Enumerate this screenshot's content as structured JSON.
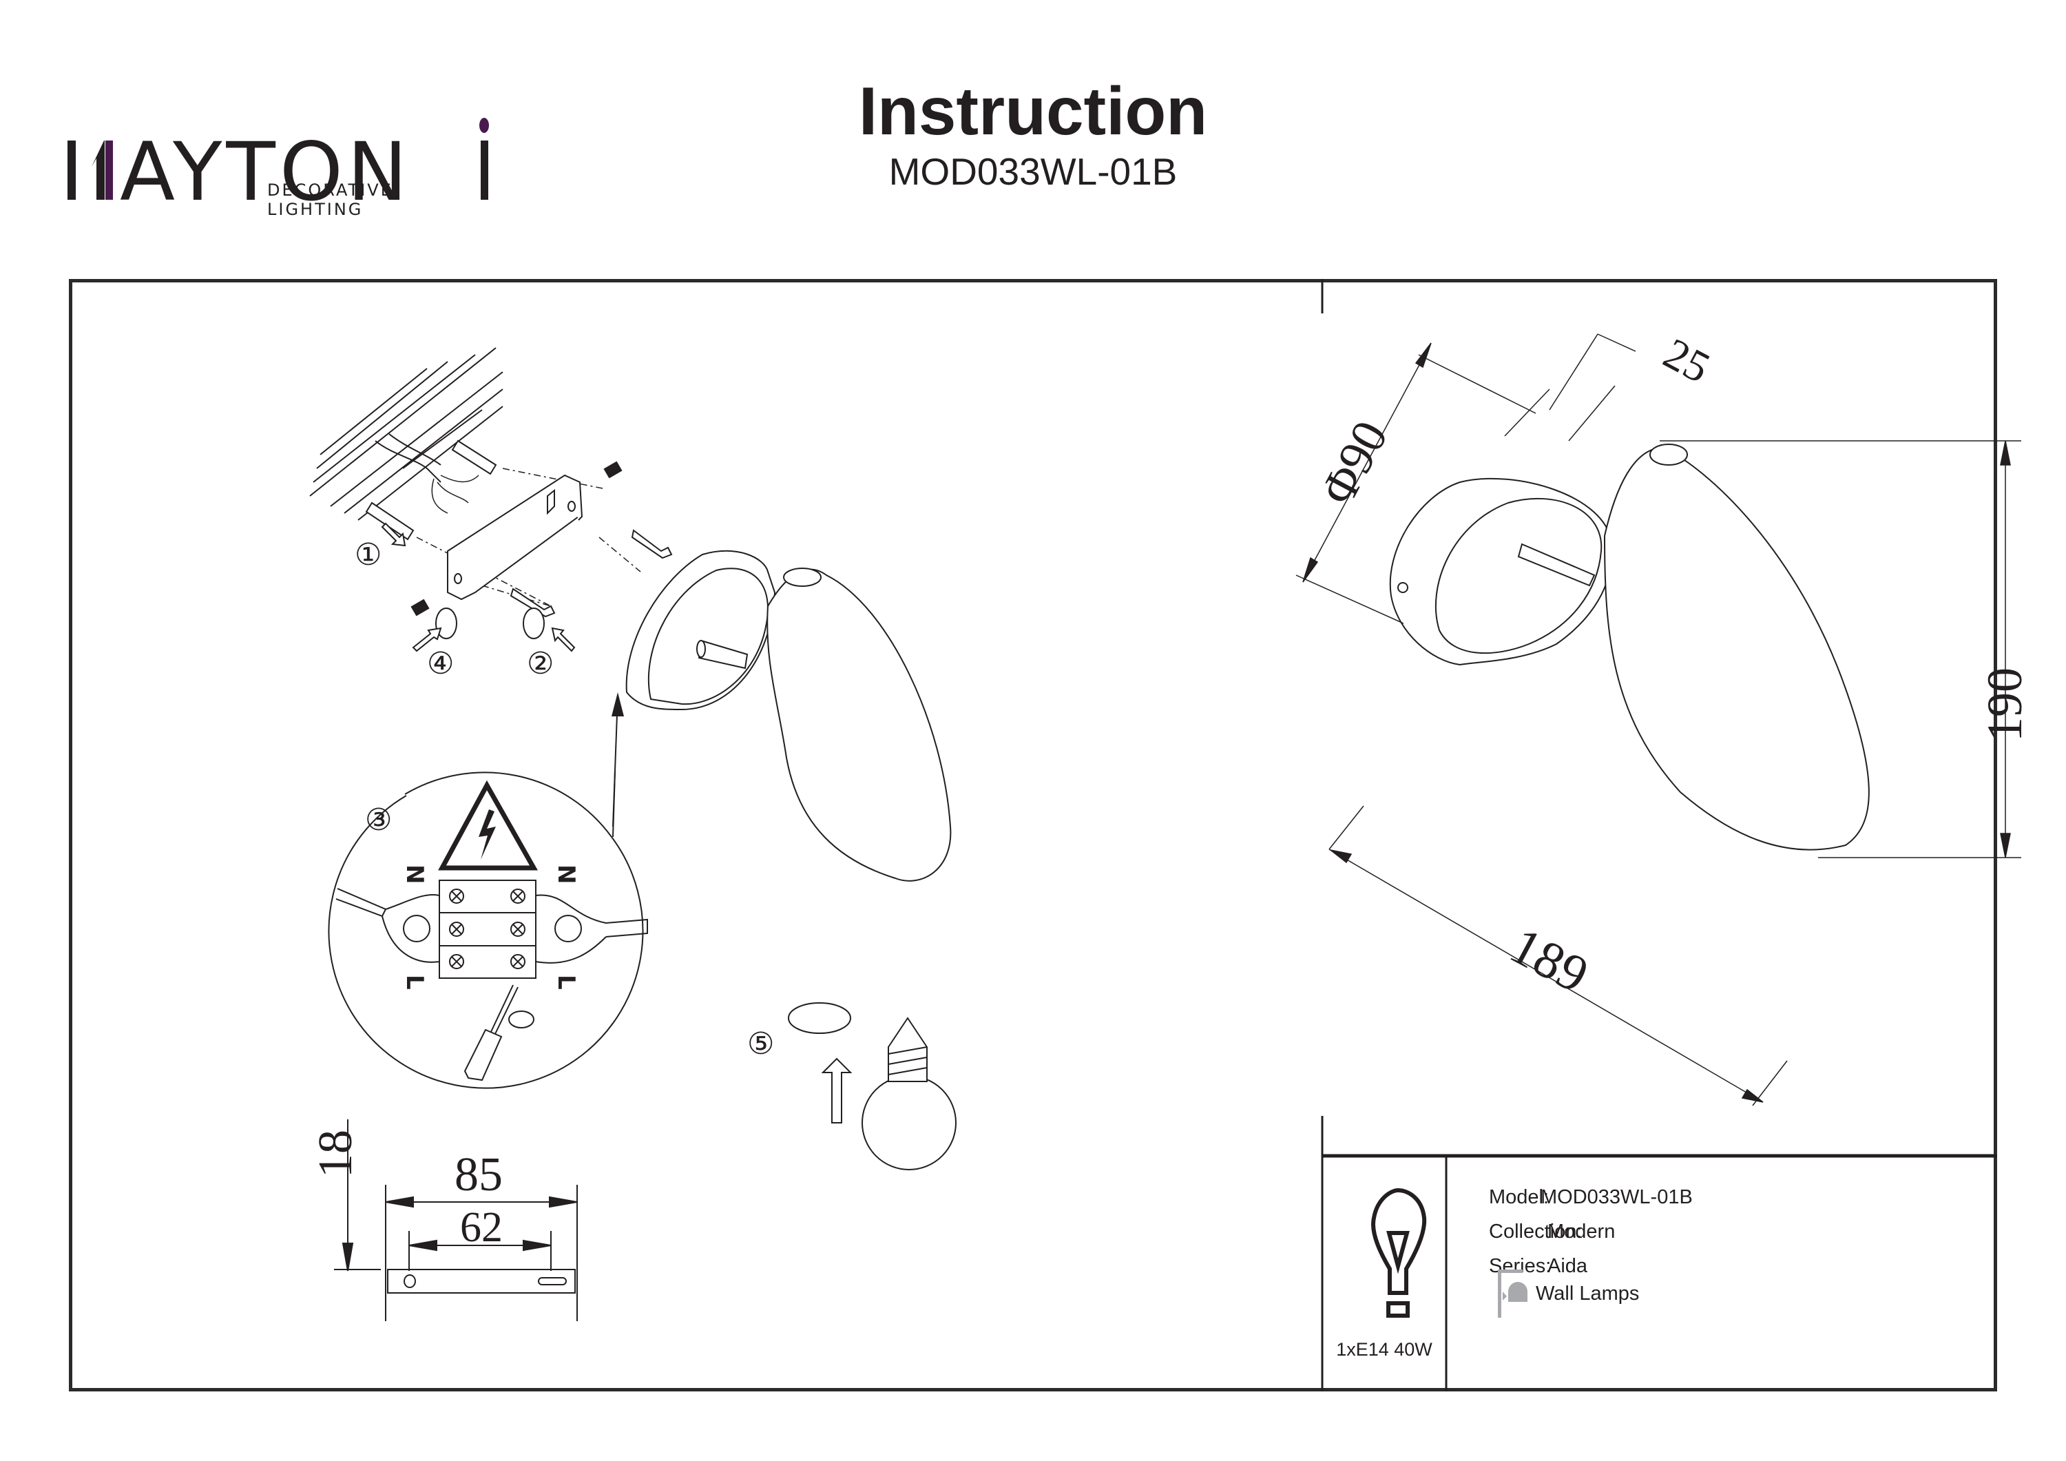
{
  "brand": {
    "name": "MAYTONI",
    "tagline": "DECORATIVE LIGHTING",
    "accent_color": "#4a1a4f"
  },
  "header": {
    "title": "Instruction",
    "model_code": "MOD033WL-01B"
  },
  "assembly": {
    "steps": [
      "①",
      "②",
      "③",
      "④",
      "⑤"
    ],
    "wiring_labels": {
      "neutral": "N",
      "live": "L"
    },
    "warning_icon": "high-voltage-warning-icon"
  },
  "bracket_dimensions": {
    "height": "18",
    "overall_length": "85",
    "hole_spacing": "62"
  },
  "product_dimensions": {
    "base_diameter": "Φ90",
    "base_depth": "25",
    "height": "190",
    "projection": "189"
  },
  "spec_box": {
    "bulb": "1xE14 40W",
    "rows": [
      {
        "label": "Model:",
        "value": "MOD033WL-01B"
      },
      {
        "label": "Collection:",
        "value": "Modern"
      },
      {
        "label": "Series:",
        "value": "Aida"
      }
    ],
    "category": "Wall Lamps"
  }
}
